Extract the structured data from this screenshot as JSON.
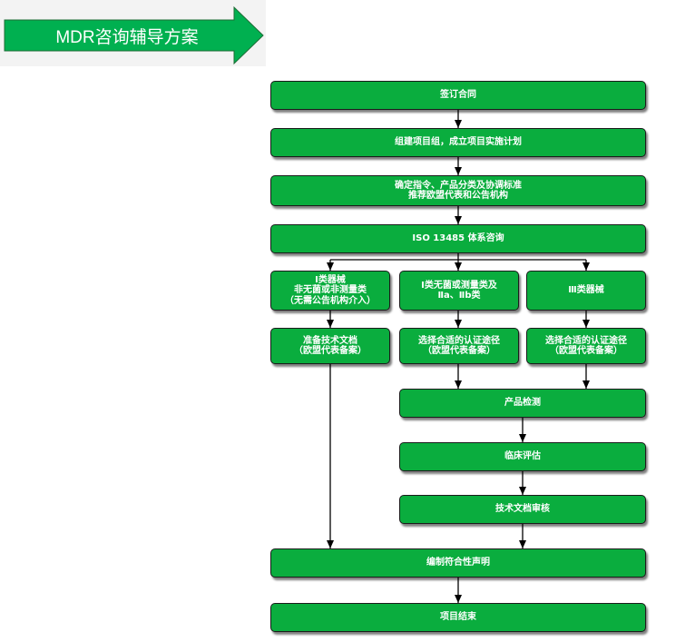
{
  "title": "MDR咨询辅导方案",
  "colors": {
    "box_fill": "#0aad3e",
    "title_fill": "#00b050",
    "text": "#ffffff",
    "arrow": "#000000",
    "title_background": "#f3f3f3"
  },
  "steps": [
    {
      "lines": [
        "签订合同"
      ]
    },
    {
      "lines": [
        "组建项目组，成立项目实施计划"
      ]
    },
    {
      "lines": [
        "确定指令、产品分类及协调标准",
        "推荐欧盟代表和公告机构"
      ]
    },
    {
      "lines": [
        "ISO 13485 体系咨询"
      ]
    },
    {
      "lines": [
        "Ⅰ类器械",
        "非无菌或非测量类",
        "（无需公告机构介入）"
      ]
    },
    {
      "lines": [
        "Ⅰ类无菌或测量类及",
        "Ⅱa、Ⅱb类"
      ]
    },
    {
      "lines": [
        "Ⅲ类器械"
      ]
    },
    {
      "lines": [
        "准备技术文档",
        "（欧盟代表备案）"
      ]
    },
    {
      "lines": [
        "选择合适的认证途径",
        "（欧盟代表备案）"
      ]
    },
    {
      "lines": [
        "选择合适的认证途径",
        "（欧盟代表备案）"
      ]
    },
    {
      "lines": [
        "产品检测"
      ]
    },
    {
      "lines": [
        "临床评估"
      ]
    },
    {
      "lines": [
        "技术文档审核"
      ]
    },
    {
      "lines": [
        "编制符合性声明"
      ]
    },
    {
      "lines": [
        "项目结束"
      ]
    }
  ]
}
